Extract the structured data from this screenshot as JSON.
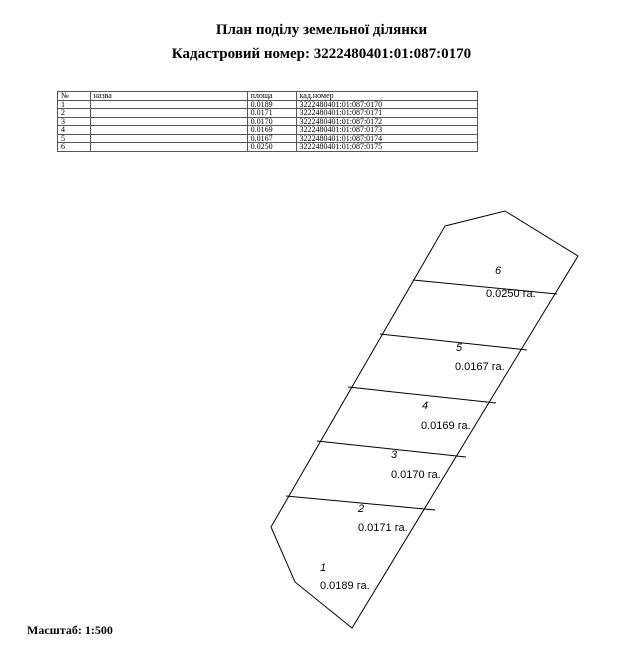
{
  "document": {
    "title": "План поділу земельної ділянки",
    "cadastral_heading": "Кадастровий номер: 3222480401:01:087:0170",
    "scale": "Масштаб: 1:500"
  },
  "table": {
    "headers": [
      "№",
      "назва",
      "площа",
      "кад.номер"
    ],
    "rows": [
      {
        "n": "1",
        "name": "",
        "area": "0.0189",
        "cad": "3222480401:01:087:0170"
      },
      {
        "n": "2",
        "name": "",
        "area": "0.0171",
        "cad": "3222480401:01:087:0171"
      },
      {
        "n": "3",
        "name": "",
        "area": "0.0170",
        "cad": "3222480401:01:087:0172"
      },
      {
        "n": "4",
        "name": "",
        "area": "0.0169",
        "cad": "3222480401:01:087:0173"
      },
      {
        "n": "5",
        "name": "",
        "area": "0.0167",
        "cad": "3222480401:01:087:0174"
      },
      {
        "n": "6",
        "name": "",
        "area": "0.0250",
        "cad": "3222480401:01:087:0175"
      }
    ]
  },
  "plan": {
    "parcels": [
      {
        "number": "1",
        "area_label": "0.0189 га."
      },
      {
        "number": "2",
        "area_label": "0.0171 га."
      },
      {
        "number": "3",
        "area_label": "0.0170 га."
      },
      {
        "number": "4",
        "area_label": "0.0169 га."
      },
      {
        "number": "5",
        "area_label": "0.0167 га."
      },
      {
        "number": "6",
        "area_label": "0.0250 га."
      }
    ]
  }
}
